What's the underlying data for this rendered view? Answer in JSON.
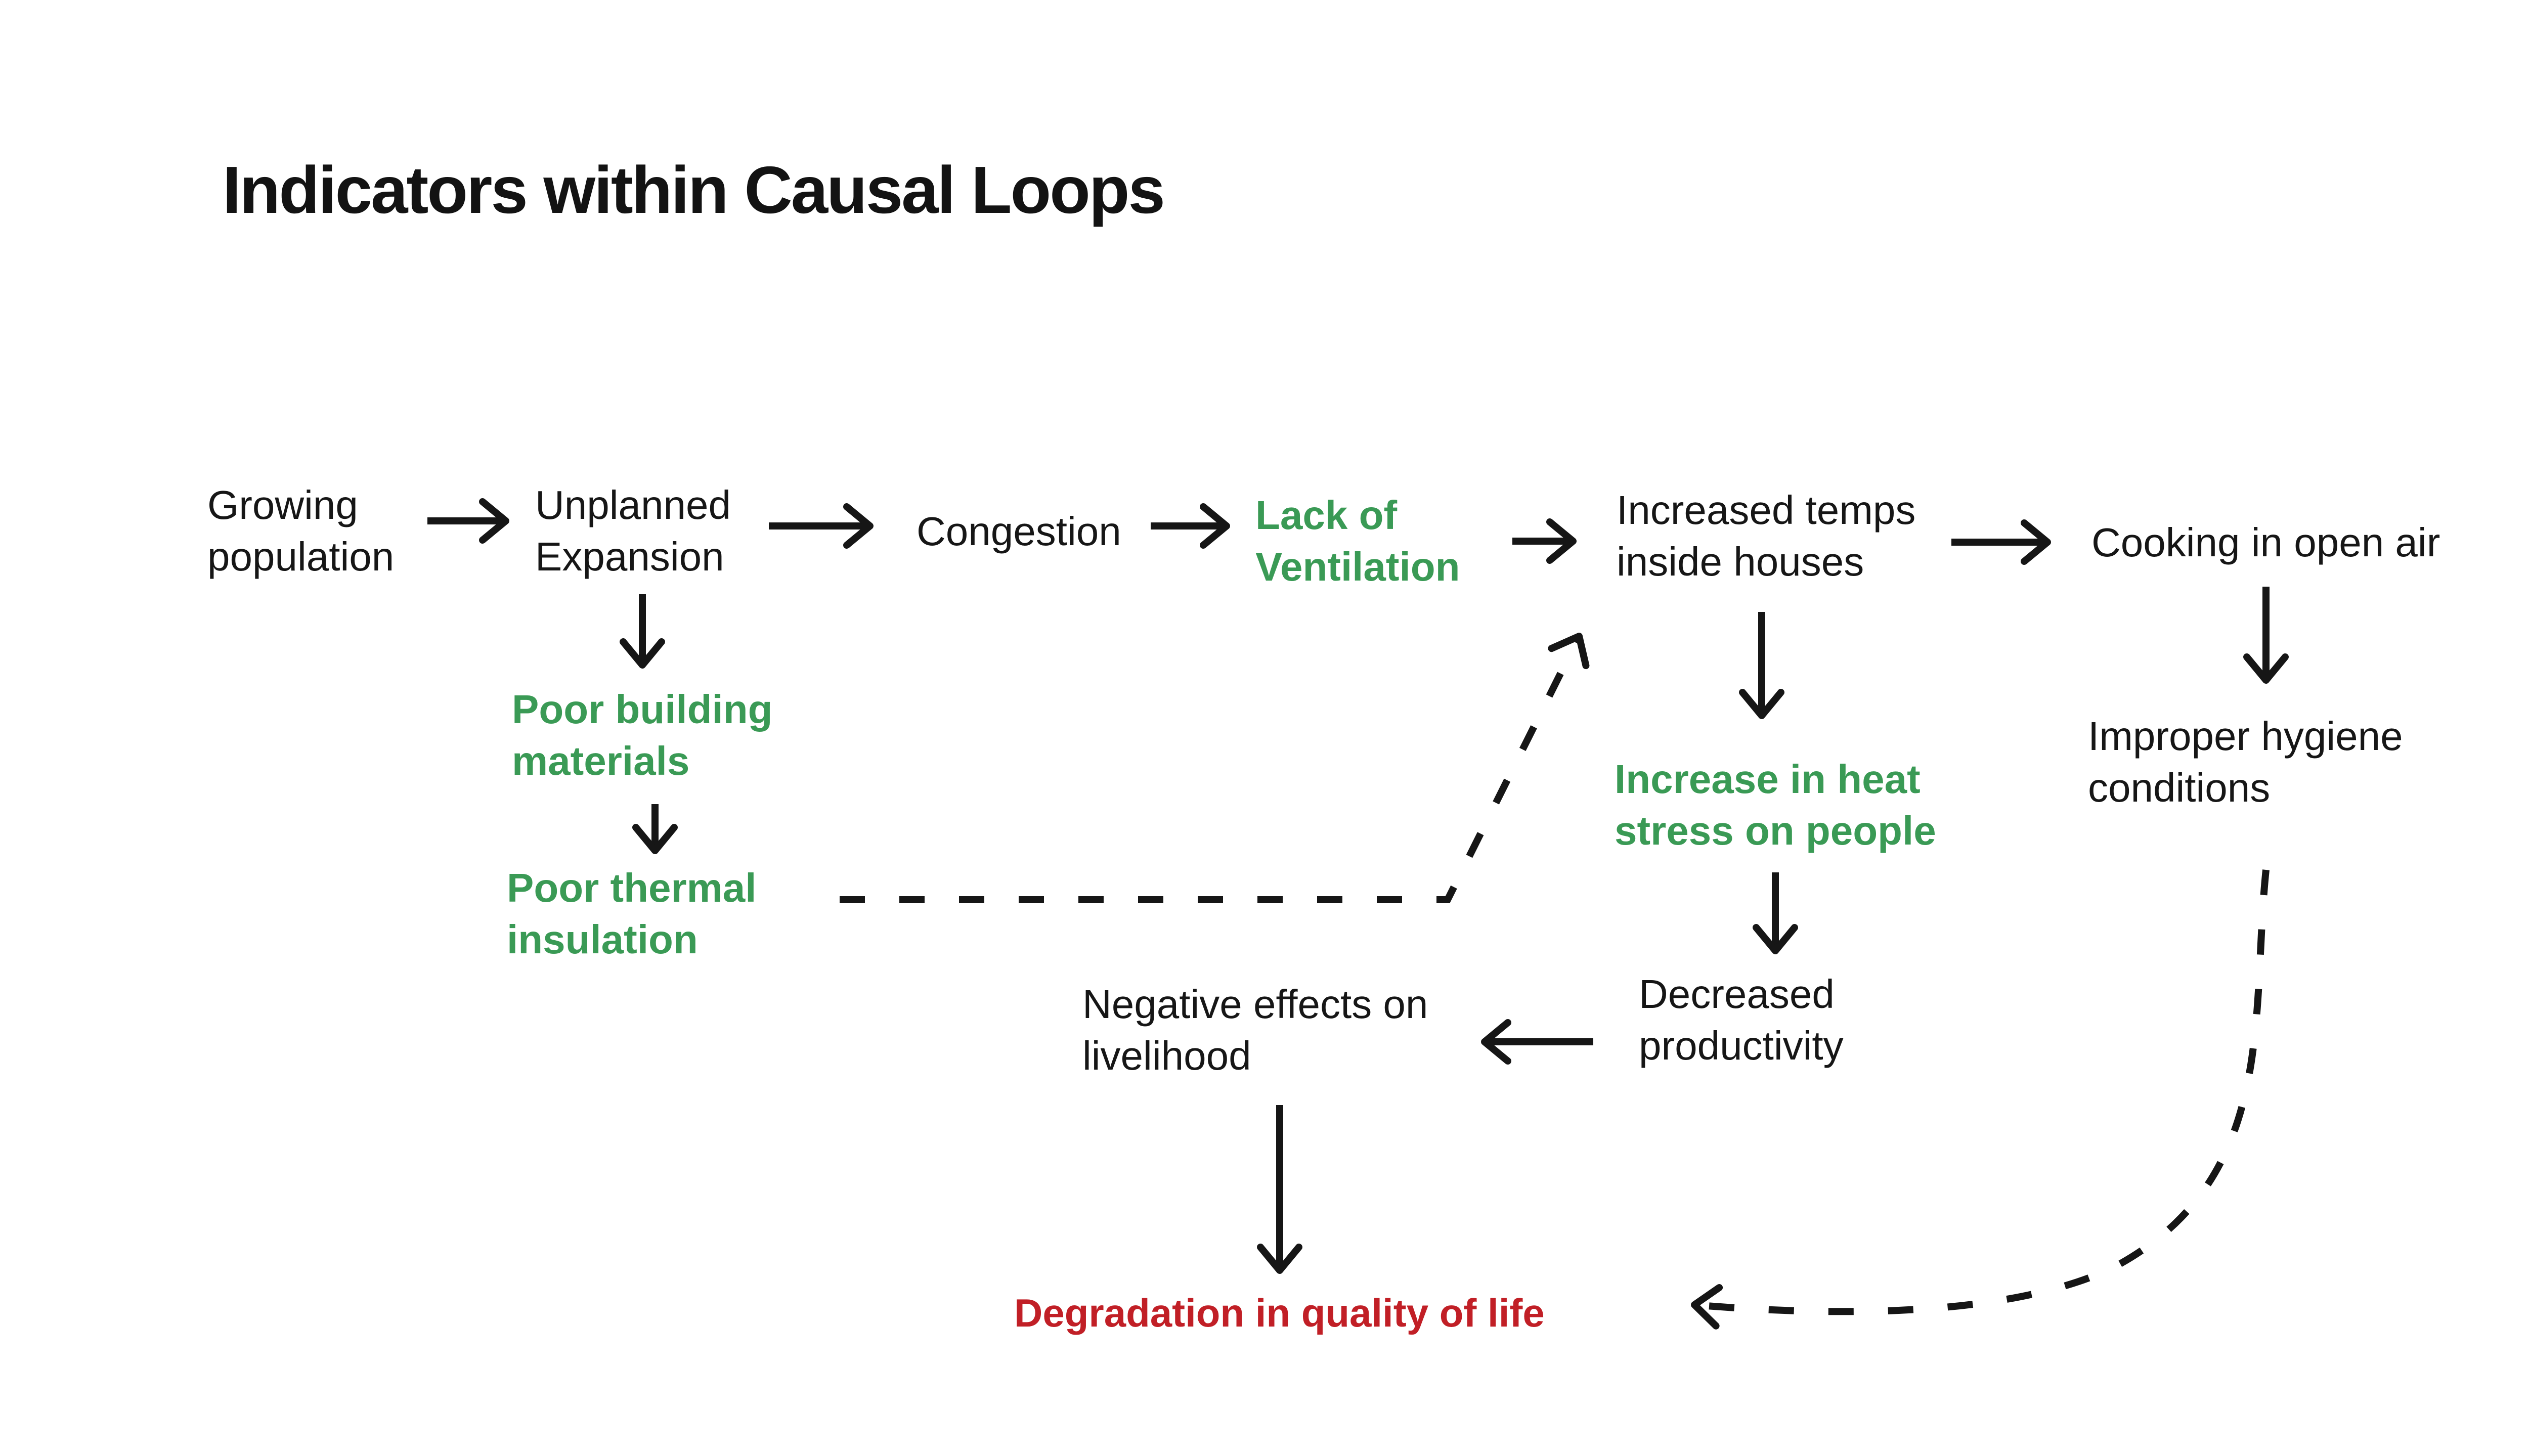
{
  "title": "Indicators within Causal Loops",
  "colors": {
    "green": "#3a9a55",
    "red": "#c11f26",
    "ink": "#161616"
  },
  "nodes": {
    "growing": {
      "l1": "Growing",
      "l2": "population"
    },
    "unplanned": {
      "l1": "Unplanned",
      "l2": "Expansion"
    },
    "congestion": {
      "l1": "Congestion"
    },
    "lack": {
      "l1": "Lack of",
      "l2": "Ventilation"
    },
    "increased_temps": {
      "l1": "Increased temps",
      "l2": "inside houses"
    },
    "cooking": {
      "l1": "Cooking in open air"
    },
    "poor_building": {
      "l1": "Poor building",
      "l2": "materials"
    },
    "poor_thermal": {
      "l1": "Poor thermal",
      "l2": "insulation"
    },
    "heat_stress": {
      "l1": "Increase in heat",
      "l2": "stress on people"
    },
    "decreased_prod": {
      "l1": "Decreased",
      "l2": "productivity"
    },
    "negative_effects": {
      "l1": "Negative effects on",
      "l2": "livelihood"
    },
    "improper_hygiene": {
      "l1": "Improper hygiene",
      "l2": "conditions"
    },
    "degradation": {
      "l1": "Degradation in quality of life"
    }
  },
  "edges": [
    {
      "from": "Growing population",
      "to": "Unplanned Expansion",
      "style": "solid"
    },
    {
      "from": "Unplanned Expansion",
      "to": "Congestion",
      "style": "solid"
    },
    {
      "from": "Congestion",
      "to": "Lack of Ventilation",
      "style": "solid"
    },
    {
      "from": "Lack of Ventilation",
      "to": "Increased temps inside houses",
      "style": "solid"
    },
    {
      "from": "Increased temps inside houses",
      "to": "Cooking in open air",
      "style": "solid"
    },
    {
      "from": "Unplanned Expansion",
      "to": "Poor building materials",
      "style": "solid"
    },
    {
      "from": "Poor building materials",
      "to": "Poor thermal insulation",
      "style": "solid"
    },
    {
      "from": "Poor thermal insulation",
      "to": "Increased temps inside houses",
      "style": "dashed"
    },
    {
      "from": "Increased temps inside houses",
      "to": "Increase in heat stress on people",
      "style": "solid"
    },
    {
      "from": "Increase in heat stress on people",
      "to": "Decreased productivity",
      "style": "solid"
    },
    {
      "from": "Decreased productivity",
      "to": "Negative effects on livelihood",
      "style": "solid"
    },
    {
      "from": "Negative effects on livelihood",
      "to": "Degradation in quality of life",
      "style": "solid"
    },
    {
      "from": "Cooking in open air",
      "to": "Improper hygiene conditions",
      "style": "solid"
    },
    {
      "from": "Improper hygiene conditions",
      "to": "Degradation in quality of life",
      "style": "dashed"
    }
  ]
}
